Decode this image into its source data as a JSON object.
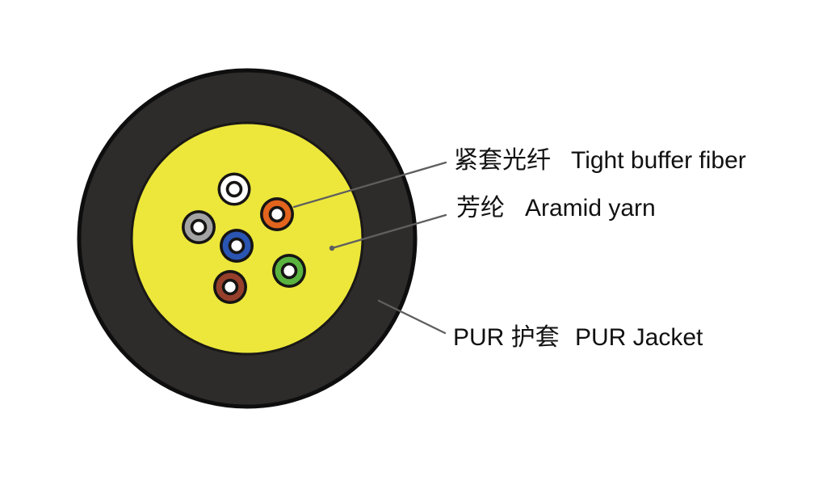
{
  "diagram": {
    "type": "cable-cross-section",
    "colors": {
      "background": "#ffffff",
      "jacket": "#2e2c2b",
      "jacket_rim": "#0f0e0e",
      "aramid_area": "#ece73a",
      "fiber_outline": "#161413",
      "fiber_core": "#ffffff",
      "leader_line": "#5f5f5f",
      "text": "#111111"
    },
    "fibers": [
      {
        "name": "white fiber",
        "color": "#ffffff"
      },
      {
        "name": "orange fiber",
        "color": "#e2641d"
      },
      {
        "name": "gray fiber",
        "color": "#a3a3a3"
      },
      {
        "name": "blue fiber",
        "color": "#2a55b2"
      },
      {
        "name": "green fiber",
        "color": "#5ab33e"
      },
      {
        "name": "brown fiber",
        "color": "#96402c"
      }
    ],
    "labels": [
      {
        "zh": "紧套光纤",
        "en": "Tight buffer fiber"
      },
      {
        "zh": "芳纶",
        "en": "Aramid yarn"
      },
      {
        "zh": "PUR 护套",
        "en": "PUR Jacket"
      }
    ]
  }
}
